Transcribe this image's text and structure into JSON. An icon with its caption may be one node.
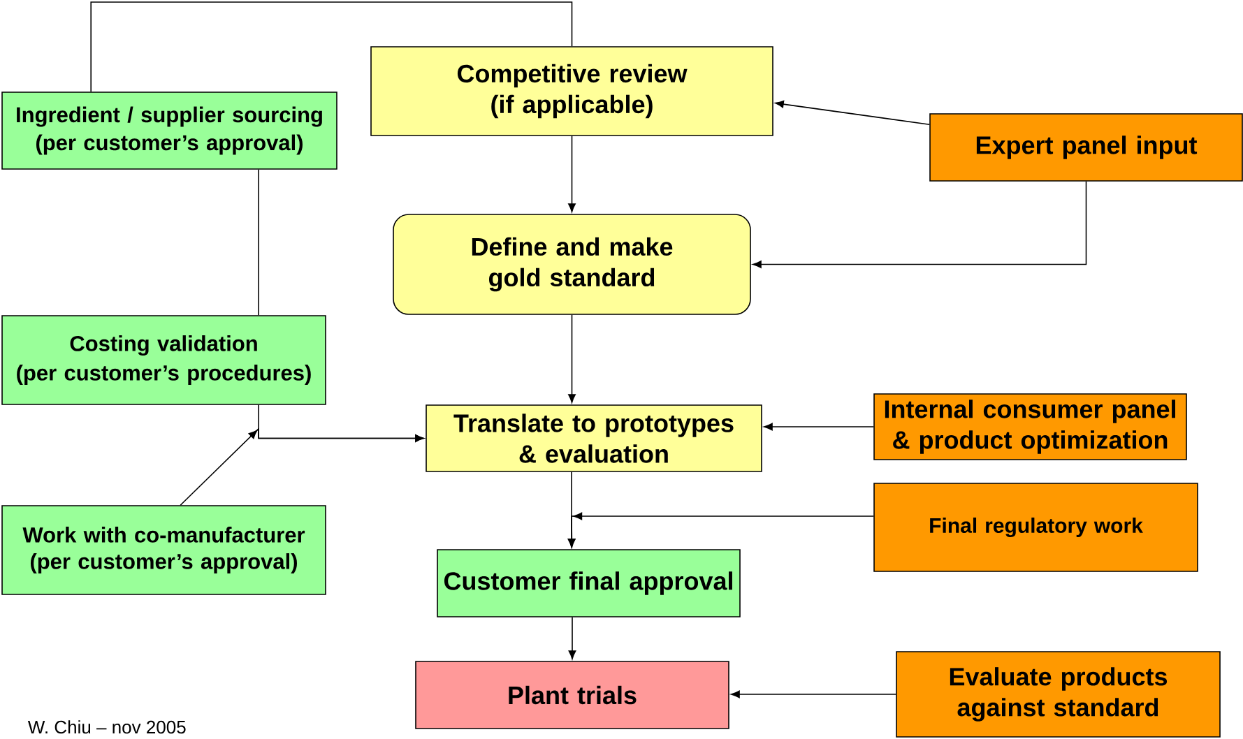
{
  "diagram": {
    "nodes": [
      {
        "text": [
          "Competitive review",
          "(if applicable)"
        ]
      },
      {
        "text": [
          "Ingredient / supplier sourcing",
          "(per customer’s approval)"
        ]
      },
      {
        "text": [
          "Expert panel input"
        ]
      },
      {
        "text": [
          "Define and make gold standard"
        ]
      },
      {
        "text": [
          "Costing validation",
          "(per customer’s procedures)"
        ]
      },
      {
        "text": [
          "Translate to prototypes & evaluation"
        ]
      },
      {
        "text": [
          "Internal consumer panel & product optimization"
        ]
      },
      {
        "text": [
          "Final regulatory work"
        ]
      },
      {
        "text": [
          "Work with co-manufacturer",
          "(per customer’s approval)"
        ]
      },
      {
        "text": [
          "Customer final approval"
        ]
      },
      {
        "text": [
          "Plant trials"
        ]
      },
      {
        "text": [
          "Evaluate products against standard"
        ]
      }
    ],
    "edges": [
      {
        "from": 1,
        "to": 0,
        "arrow": "none"
      },
      {
        "from": 1,
        "to": 4,
        "arrow": "none"
      },
      {
        "from": 4,
        "to": 5,
        "arrow": "to"
      },
      {
        "from": 8,
        "to": 5,
        "arrow": "to"
      },
      {
        "from": 2,
        "to": 0,
        "arrow": "to"
      },
      {
        "from": 2,
        "to": 3,
        "arrow": "to"
      },
      {
        "from": 0,
        "to": 3,
        "arrow": "to"
      },
      {
        "from": 3,
        "to": 5,
        "arrow": "to"
      },
      {
        "from": 6,
        "to": 5,
        "arrow": "to"
      },
      {
        "from": 5,
        "to": 9,
        "arrow": "to"
      },
      {
        "from": 7,
        "to": 9,
        "arrow": "to"
      },
      {
        "from": 9,
        "to": 10,
        "arrow": "to"
      },
      {
        "from": 11,
        "to": 10,
        "arrow": "to"
      }
    ],
    "labels": [
      "W. Chiu – nov 2005"
    ]
  }
}
